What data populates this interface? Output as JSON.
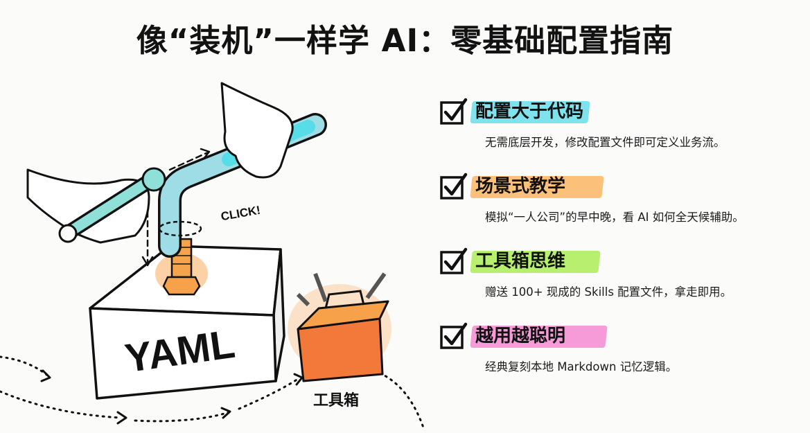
{
  "title": "像“装机”一样学 AI：零基础配置指南",
  "illustration": {
    "block_label": "YAML",
    "click_text": "CLICK!",
    "toolbox_label": "工具箱"
  },
  "features": [
    {
      "heading": "配置大于代码",
      "desc": "无需底层开发，修改配置文件即可定义业务流。",
      "highlight": "#7fe3ee"
    },
    {
      "heading": "场景式教学",
      "desc": "模拟“一人公司”的早中晚，看 AI 如何全天候辅助。",
      "highlight": "#fbc17a"
    },
    {
      "heading": "工具箱思维",
      "desc": "赠送 100+ 现成的 Skills 配置文件，拿走即用。",
      "highlight": "#b8ef6e"
    },
    {
      "heading": "越用越聪明",
      "desc": "经典复刻本地 Markdown 记忆逻辑。",
      "highlight": "#f79bd8"
    }
  ],
  "icons": [
    "check-icon",
    "wrench-icon",
    "hex-key-icon",
    "bolt-icon",
    "toolbox-icon",
    "arrow-icon"
  ],
  "colors": {
    "cyan": "#7fe3ee",
    "orange": "#f7a24a",
    "green": "#b8ef6e",
    "pink": "#f79bd8",
    "ink": "#141414"
  }
}
